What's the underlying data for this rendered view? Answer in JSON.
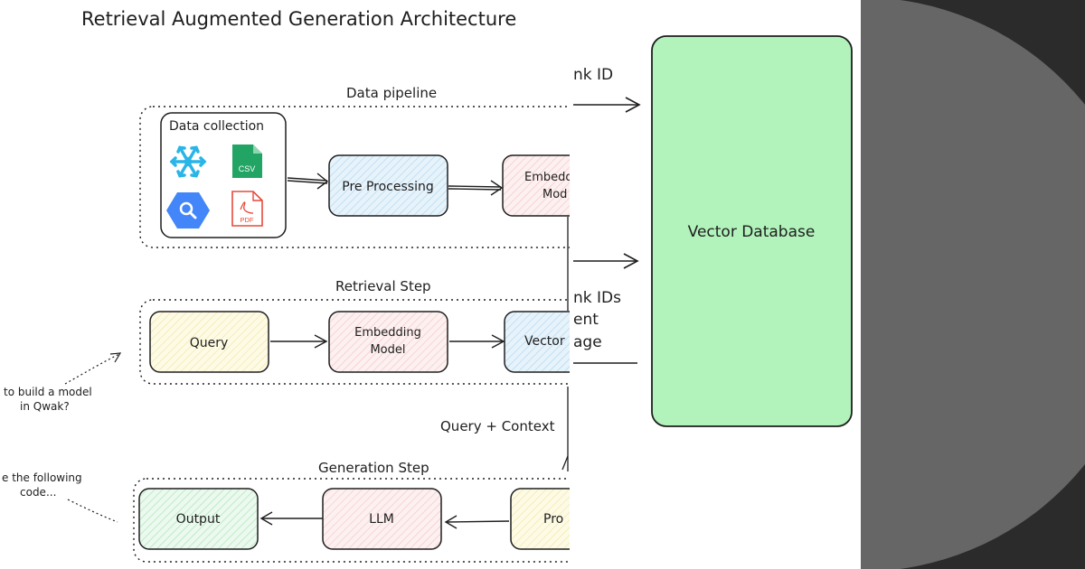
{
  "title": "Retrieval Augmented Generation Architecture",
  "data_pipeline": {
    "label": "Data pipeline",
    "collection_label": "Data collection",
    "icons": [
      "snowflake-icon",
      "csv-file-icon",
      "bigquery-icon",
      "pdf-file-icon"
    ],
    "csv_text": "CSV",
    "pdf_text": "PDF",
    "pre_processing": "Pre Processing",
    "embedding_model_line1": "Embedd",
    "embedding_model_line2": "Mod"
  },
  "retrieval_step": {
    "label": "Retrieval Step",
    "query": "Query",
    "embedding_model_line1": "Embedding",
    "embedding_model_line2": "Model",
    "vector_storage": "Vector"
  },
  "generation_step": {
    "label": "Generation Step",
    "output": "Output",
    "llm": "LLM",
    "prompt": "Pro"
  },
  "annotations": {
    "build_model_line1": "to build a model",
    "build_model_line2": "in Qwak?",
    "code_line1": "e the following",
    "code_line2": "code...",
    "query_context": "Query + Context"
  },
  "overlay": {
    "chunk_id": "nk ID",
    "chunk_ids": "nk IDs",
    "line_ent": "ent",
    "line_age": "age",
    "vector_database": "Vector Database"
  },
  "colors": {
    "vector_db_fill": "#b2f2bb",
    "query_fill": "#fff3bf",
    "embedding_fill": "#ffe3e3",
    "preprocess_fill": "#dbeafe",
    "output_fill": "#d3f9d8",
    "right_panel_bg": "#2b2b2b",
    "right_disc": "#666666"
  }
}
